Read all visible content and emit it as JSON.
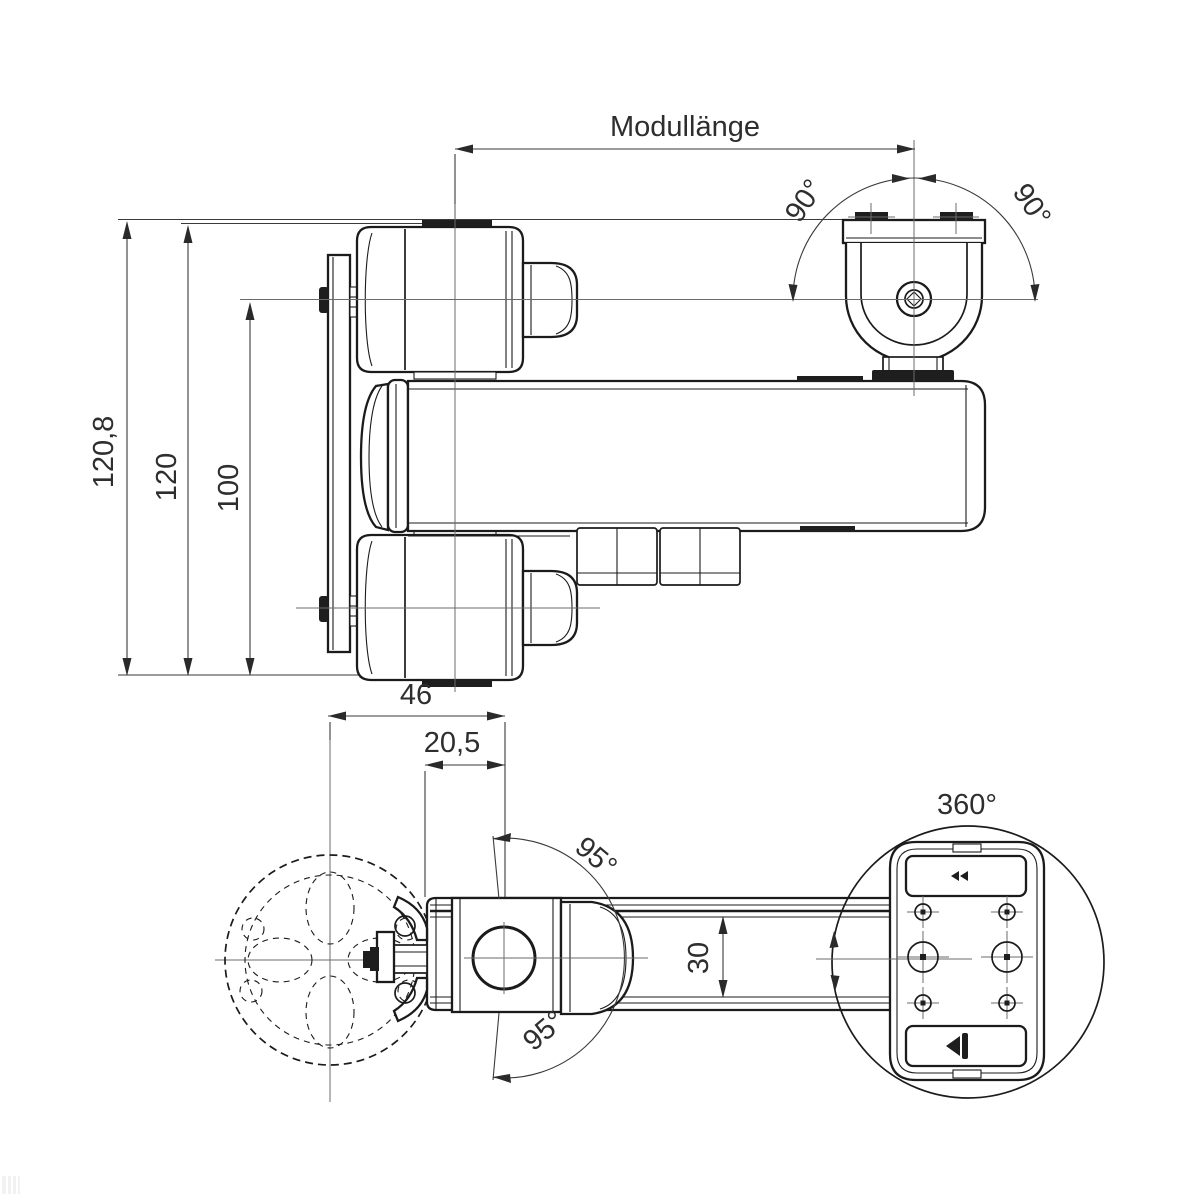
{
  "drawing": {
    "type": "technical-drawing-monitor-arm-module",
    "labels": {
      "module_length": "Modullänge",
      "overall_height": "120,8",
      "plate_height": "120",
      "vesa_height": "100",
      "pole_to_arm": "46",
      "arm_offset": "20,5",
      "arm_width": "30",
      "tilt_left": "90°",
      "tilt_right": "90°",
      "swivel_up": "95°",
      "swivel_down": "95°",
      "rotation": "360°"
    },
    "colors": {
      "line": "#1b1b1b",
      "dimension": "#3a3a3a",
      "centerline": "#6b6b6b",
      "background": "#ffffff"
    }
  }
}
